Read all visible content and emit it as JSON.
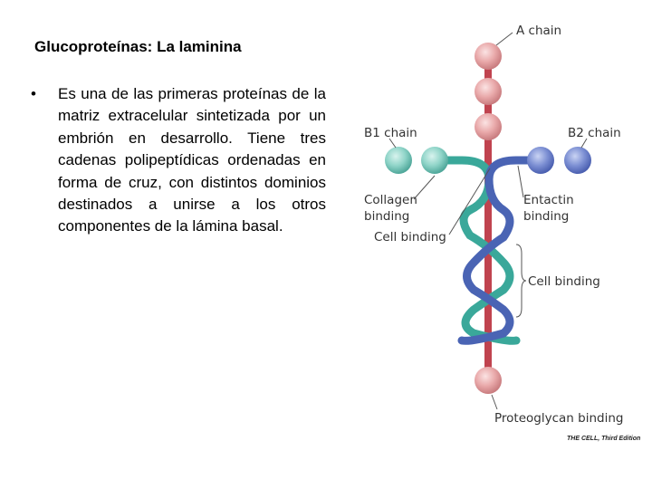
{
  "slide": {
    "title": "Glucoproteínas: La laminina",
    "bullet_marker": "•",
    "bullet_text": "Es una de las primeras proteínas de la matriz extracelular sintetizada por un embrión en desarrollo. Tiene tres cadenas polipeptídicas ordenadas en forma de cruz, con distintos dominios destinados a unirse a los otros componentes de la lámina basal."
  },
  "diagram": {
    "labels": {
      "a_chain": "A chain",
      "b1_chain": "B1 chain",
      "b2_chain": "B2 chain",
      "collagen_binding_1": "Collagen",
      "collagen_binding_2": "binding",
      "entactin_binding_1": "Entactin",
      "entactin_binding_2": "binding",
      "cell_binding_upper": "Cell binding",
      "cell_binding_lower": "Cell binding",
      "proteoglycan_binding": "Proteoglycan binding",
      "credit": "THE CELL, Third Edition"
    },
    "colors": {
      "a_chain": "#c0434f",
      "b1_chain": "#3aa89a",
      "b2_chain": "#4a64b4",
      "label_text": "#333333",
      "leader_line": "#555555"
    }
  }
}
